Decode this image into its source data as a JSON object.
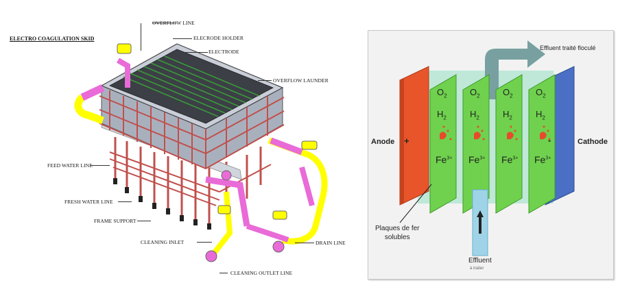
{
  "skid": {
    "title": "ELECTRO COAGULATION SKID",
    "labels": {
      "overflow_line": "OVERFLOW LINE",
      "electrode_holder": "ELECRODE HOLDER",
      "electrode": "ELECTRODE",
      "overflow_launder": "OVERFLOW LAUNDER",
      "feed_water_line": "FEED WATER LINE",
      "fresh_water_line": "FRESH WATER LINE",
      "frame_support": "FRAME SUPPORT",
      "cleaning_inlet": "CLEANING INLET",
      "drain_line": "DRAIN LINE",
      "cleaning_outlet_line": "CLEANING OUTLET LINE"
    },
    "colors": {
      "frame": "#c0504d",
      "pipe_yellow": "#ffff00",
      "pipe_magenta": "#e96bd8",
      "pipe_gray": "#d0d4dc",
      "tank": "#a9b0bd"
    }
  },
  "cell": {
    "effluent_out": "Effluent traité floculé",
    "anode": "Anode",
    "cathode": "Cathode",
    "plus": "+",
    "minus": "-",
    "o2": "O",
    "o2_sub": "2",
    "h2": "H",
    "h2_sub": "2",
    "fe": "Fe",
    "fe_sup": "3+",
    "plates_label_1": "Plaques de fer",
    "plates_label_2": "solubles",
    "effluent_in": "Effluent",
    "effluent_in_sub": "à traiter",
    "colors": {
      "anode": "#e8552a",
      "cathode": "#4a6fc4",
      "plate": "#6fd14d",
      "water": "#bfe8d8",
      "arrow": "#78a0a0",
      "inlet": "#9fd4e8"
    }
  }
}
